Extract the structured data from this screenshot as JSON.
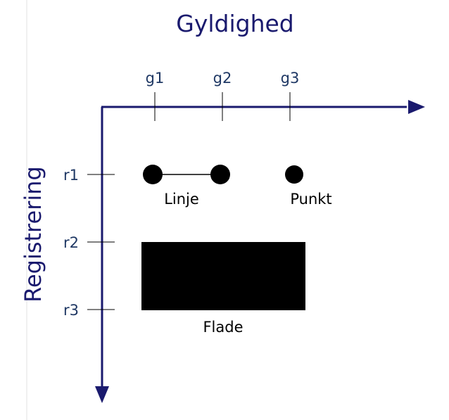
{
  "title": "Gyldighed",
  "y_axis_label": "Registrering",
  "x_ticks": [
    "g1",
    "g2",
    "g3"
  ],
  "y_ticks": [
    "r1",
    "r2",
    "r3"
  ],
  "elements": {
    "line": {
      "label": "Linje",
      "from": "g1",
      "to": "g2",
      "at": "r1"
    },
    "point": {
      "label": "Punkt",
      "at_x": "g3",
      "at_y": "r1"
    },
    "area": {
      "label": "Flade"
    }
  },
  "colors": {
    "axis": "#1a1a6e",
    "tick_text": "#1f3864",
    "marks": "#000000",
    "margin_line": "#d9d9d9"
  }
}
